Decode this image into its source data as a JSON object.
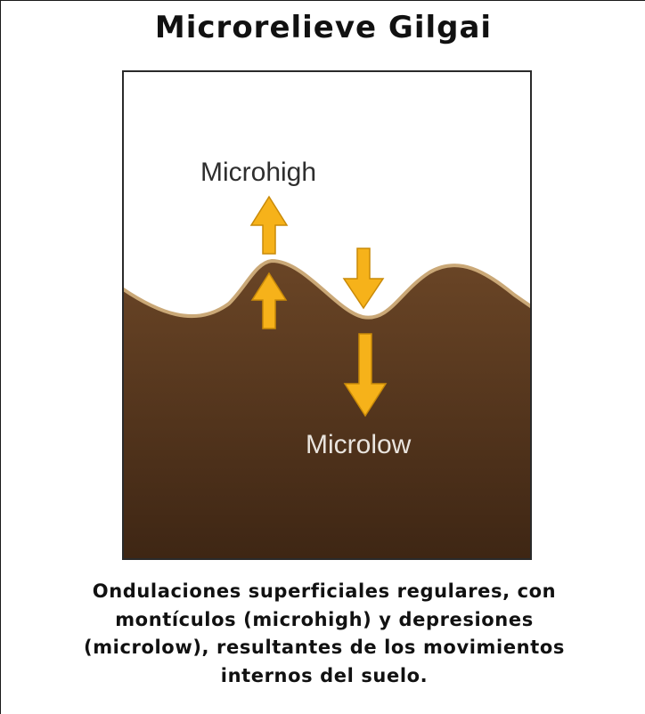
{
  "title": "Microrelieve Gilgai",
  "diagram": {
    "label_top": "Microhigh",
    "label_bottom": "Microlow"
  },
  "caption": "Ondulaciones superficiales regulares, con montículos (microhigh) y depresiones (microlow), resultantes de los movimientos internos del suelo.",
  "colors": {
    "soil_top": "#6a4526",
    "soil_bottom": "#3e2614",
    "surface_line": "#caa877",
    "arrow_fill": "#f6b21a",
    "arrow_stroke": "#c98a08",
    "frame": "#2a2a2a"
  }
}
